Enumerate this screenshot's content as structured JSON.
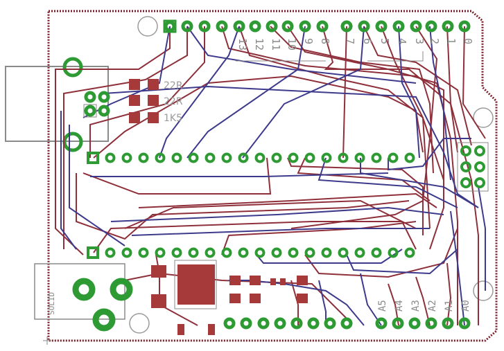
{
  "board": {
    "type": "pcb-layout",
    "colors": {
      "top_copper": "#8e2f3a",
      "bottom_copper": "#3d3a8c",
      "pad": "#2e9a34",
      "smd": "#a63a3a",
      "silkscreen": "#8a8a8a",
      "outline": "#7a1f2a"
    }
  },
  "resistors": [
    {
      "label": "22R"
    },
    {
      "label": "22R"
    },
    {
      "label": "1K5"
    }
  ],
  "top_header_labels": [
    "13",
    "12",
    "11",
    "10",
    "9",
    "8",
    "7",
    "6",
    "5",
    "4",
    "3",
    "2",
    "1",
    "0"
  ],
  "analog_labels": [
    "A5",
    "A4",
    "A3",
    "A2",
    "A1",
    "A0"
  ],
  "chip_labels": {
    "top_row_pin_count": 20,
    "bottom_row_pin_count": 20
  }
}
